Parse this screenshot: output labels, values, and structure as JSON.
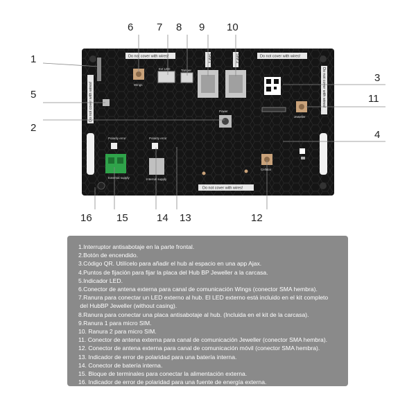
{
  "callouts": [
    "1",
    "2",
    "3",
    "4",
    "5",
    "6",
    "7",
    "8",
    "9",
    "10",
    "11",
    "12",
    "13",
    "14",
    "15",
    "16"
  ],
  "board": {
    "warning_top": "Do not cover with wires!",
    "warning_top_right": "Do not cover with wires!",
    "warning_bottom": "Do not cover with wires!",
    "warning_left": "Do not cover with wires!",
    "warning_right": "Do not cover with wires!",
    "wings": "Wings",
    "power": "Power",
    "jeweller": "Jeweller",
    "cellular": "Cellular",
    "external_supply": "External supply",
    "internal_supply": "Internal supply",
    "sim1": "SIM 1",
    "sim2": "SIM 2",
    "polarity1": "Polarity error",
    "polarity2": "Polarity error",
    "ext_led": "Ext LED",
    "tamper": "Tamper"
  },
  "legend": [
    "1.Interruptor antisabotaje en la parte frontal.",
    "2.Botón de encendido.",
    "3.Código QR. Utilícelo para añadir el hub al espacio en una app Ajax.",
    "4.Puntos de fijación para fijar la placa del Hub BP Jeweller a la carcasa.",
    "5.Indicador LED.",
    "6.Conector de antena externa para canal de comunicación Wings (conector SMA hembra).",
    "7.Ranura para conectar un LED externo al hub. El LED externo está incluido en el kit completo\n del HubBP Jeweller (without casing).",
    "8.Ranura para conectar una placa antisabotaje al hub. (Incluida en el kit de la carcasa).",
    "9.Ranura 1 para micro SIM.",
    "10. Ranura 2 para micro SIM.",
    "11. Conector de antena externa para canal de comunicación Jeweller (conector SMA hembra).",
    "12. Conector de antena externa para canal de comunicación móvil (conector SMA hembra).",
    "13. Indicador de error de polaridad para una batería interna.",
    "14. Conector de batería interna.",
    "15. Bloque de terminales para conectar la alimentación externa.",
    "16. Indicador de error de polaridad para una fuente de energía externa."
  ]
}
